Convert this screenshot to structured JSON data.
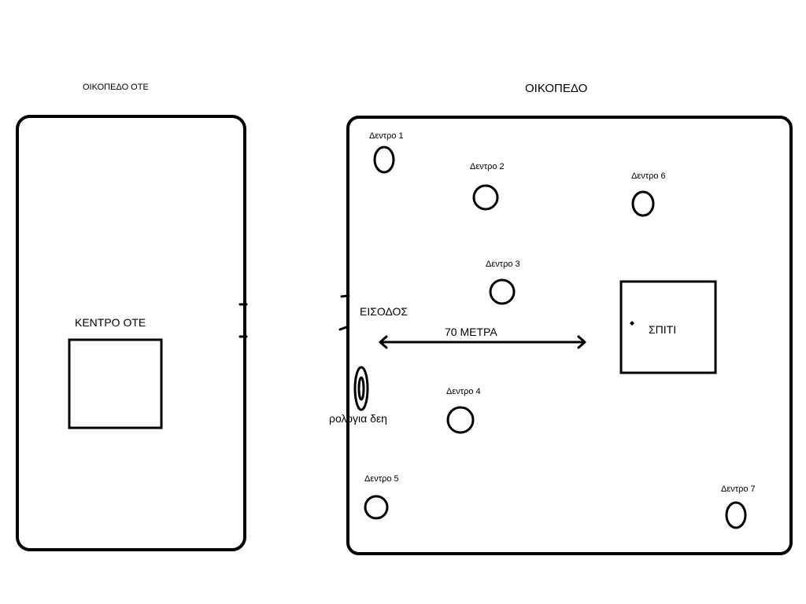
{
  "plots": {
    "ote_plot": {
      "title": "ΟΙΚΟΠΕΔΟ ΟΤΕ",
      "center_label": "ΚΕΝΤΡΟ ΟΤΕ"
    },
    "main_plot": {
      "title": "ΟΙΚΟΠΕΔΟ",
      "entrance_label": "ΕΙΣΟΔΟΣ",
      "distance_label": "70 ΜΕΤΡΑ",
      "house_label": "ΣΠΙΤΙ",
      "meter_label": "ρολογια δεη",
      "trees": [
        "Δεντρο 1",
        "Δεντρο 2",
        "Δεντρο 3",
        "Δεντρο 4",
        "Δεντρο 5",
        "Δεντρο 6",
        "Δεντρο 7"
      ]
    }
  },
  "colors": {
    "stroke": "#000000",
    "background": "#ffffff"
  }
}
